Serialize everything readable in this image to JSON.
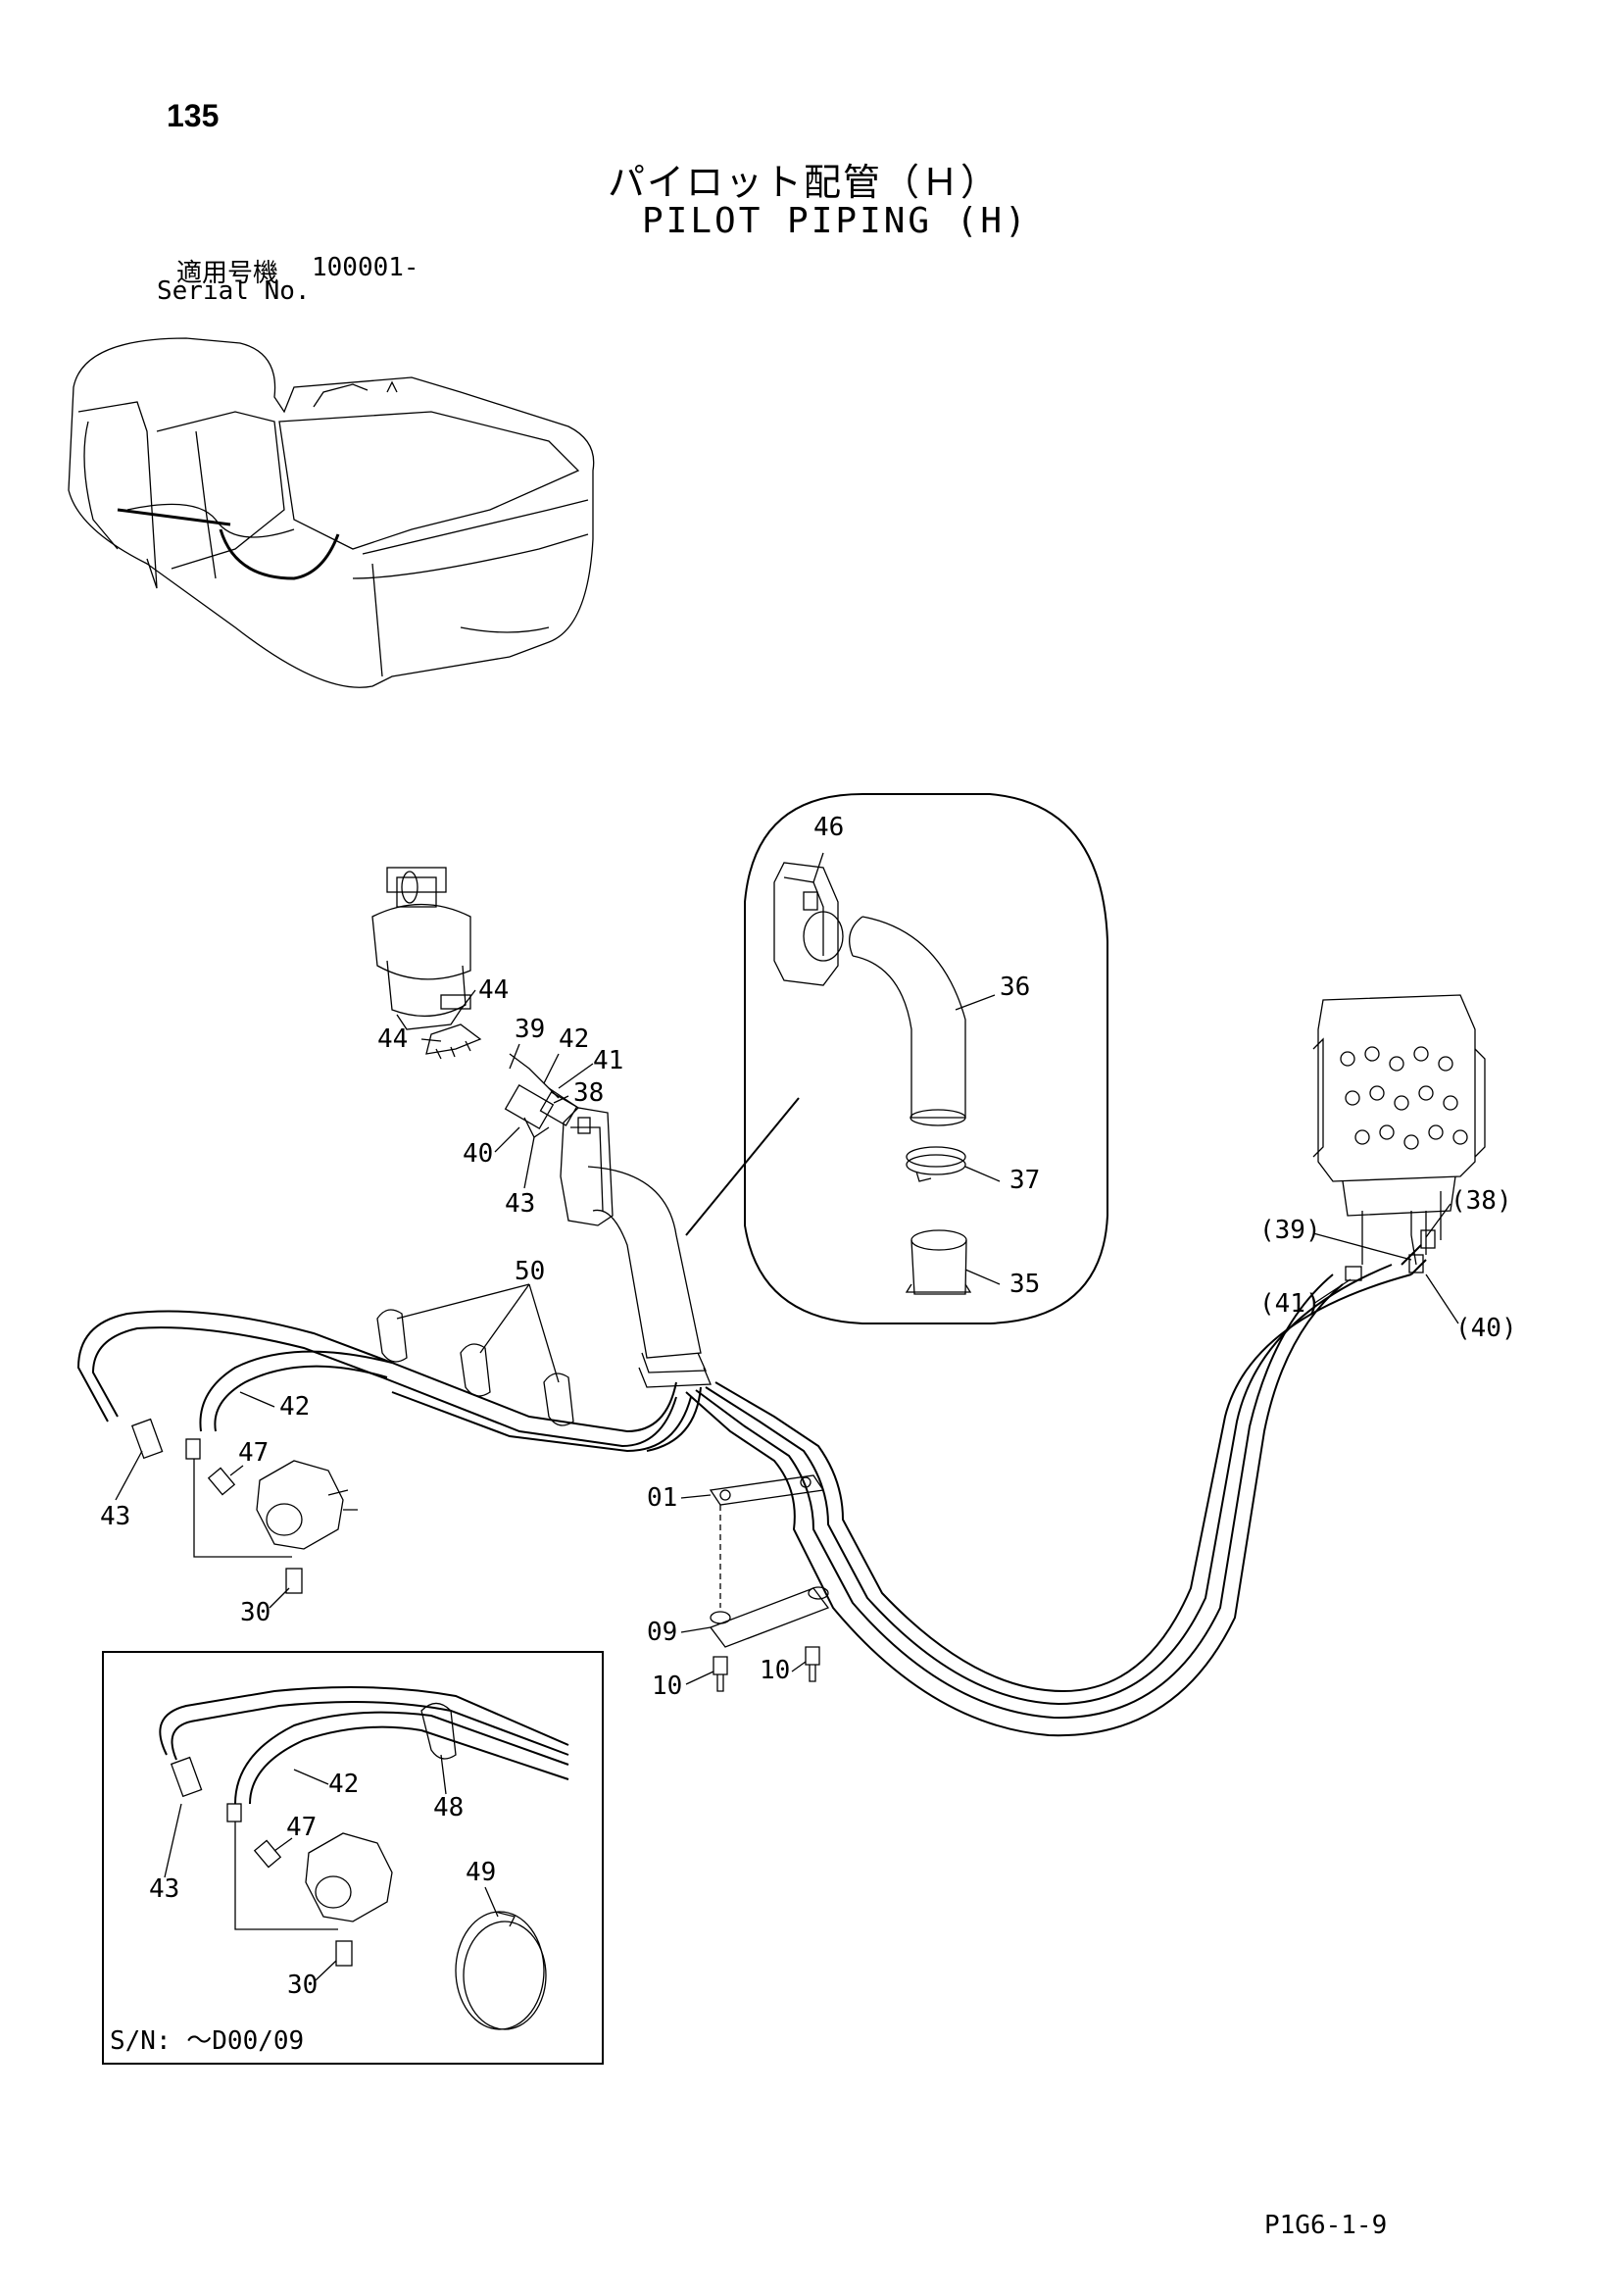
{
  "header": {
    "page_number": "135",
    "title_jp": "パイロット配管（Ｈ）",
    "title_en": "PILOT PIPING (H)",
    "serial_label_jp": "適用号機",
    "serial_value": "100001-",
    "serial_label_en": "Serial No."
  },
  "callouts": {
    "c46": "46",
    "c36": "36",
    "c37": "37",
    "c35": "35",
    "c44a": "44",
    "c44b": "44",
    "c39": "39",
    "c42top": "42",
    "c41": "41",
    "c38": "38",
    "c40": "40",
    "c43top": "43",
    "c50": "50",
    "c42": "42",
    "c47": "47",
    "c43": "43",
    "c30": "30",
    "c01": "01",
    "c09": "09",
    "c10a": "10",
    "c10b": "10",
    "c39p": "(39)",
    "c38p": "(38)",
    "c41p": "(41)",
    "c40p": "(40)",
    "inset_c42": "42",
    "inset_c48": "48",
    "inset_c47": "47",
    "inset_c43": "43",
    "inset_c49": "49",
    "inset_c30": "30"
  },
  "inset": {
    "serial_range": "S/N: ～D00/09"
  },
  "footer": {
    "drawing_code": "P1G6-1-9"
  }
}
